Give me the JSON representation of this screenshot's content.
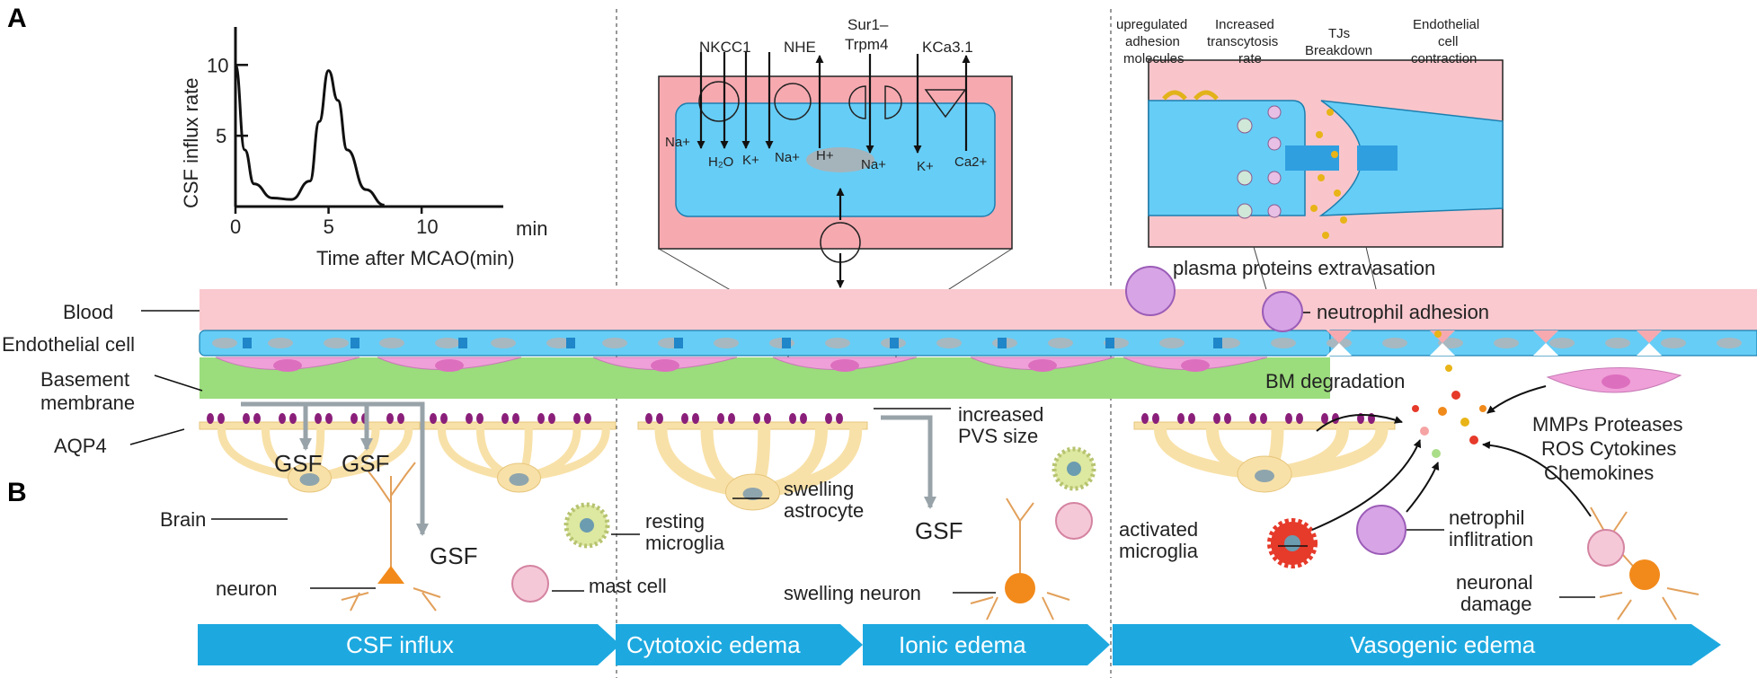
{
  "panels": {
    "a": "A",
    "b": "B"
  },
  "chart_data": {
    "type": "line",
    "title": "",
    "xlabel": "Time after MCAO(min)",
    "ylabel": "CSF  influx rate",
    "x_unit": "min",
    "xticks": [
      "0",
      "5",
      "10"
    ],
    "yticks": [
      "5",
      "10"
    ],
    "xlim": [
      0,
      14
    ],
    "ylim": [
      0,
      13
    ],
    "x": [
      0,
      0.5,
      1,
      2,
      3,
      4,
      4.5,
      5,
      5.5,
      6,
      7,
      8
    ],
    "y": [
      10,
      4,
      1.6,
      0.6,
      0.5,
      1.8,
      6,
      9.6,
      7.5,
      4,
      1.2,
      0.1
    ]
  },
  "channels": {
    "nkcc1": "NKCC1",
    "nhe": "NHE",
    "sur1_line1": "Sur1–",
    "sur1_line2": "Trpm4",
    "kca": "KCa3.1",
    "na_left": "Na+",
    "h2o": "H₂O",
    "k_1": "K+",
    "na_mid": "Na+",
    "h_plus": "H+",
    "na_right": "Na+",
    "k_2": "K+",
    "ca": "Ca2+"
  },
  "vasogenic_inset": {
    "adhesion_1": "upregulated",
    "adhesion_2": "adhesion",
    "adhesion_3": "molecules",
    "transcytosis_1": "Increased",
    "transcytosis_2": "transcytosis",
    "transcytosis_3": "rate",
    "tjs_1": "TJs",
    "tjs_2": "Breakdown",
    "contraction_1": "Endothelial",
    "contraction_2": "cell",
    "contraction_3": "contraction"
  },
  "layers": {
    "blood": "Blood",
    "endothelial": "Endothelial cell",
    "basement_1": "Basement",
    "basement_2": "membrane",
    "aqp4": "AQP4",
    "brain": "Brain"
  },
  "labels": {
    "gsf": "GSF",
    "neuron": "neuron",
    "resting_microglia_1": "resting",
    "resting_microglia_2": "microglia",
    "mast_cell": "mast cell",
    "pvs_1": "increased",
    "pvs_2": "PVS size",
    "swelling_astro_1": "swelling",
    "swelling_astro_2": "astrocyte",
    "swelling_neuron": "swelling neuron",
    "plasma": "plasma proteins extravasation",
    "neutrophil_adhesion": "neutrophil adhesion",
    "bm_degradation": "BM degradation",
    "mediators_1": "MMPs Proteases",
    "mediators_2": "ROS Cytokines",
    "mediators_3": "Chemokines",
    "activated_microglia_1": "activated",
    "activated_microglia_2": "microglia",
    "netrophil_1": "netrophil",
    "netrophil_2": "inflitration",
    "neuronal_damage_1": "neuronal",
    "neuronal_damage_2": "damage"
  },
  "stages": [
    "CSF influx",
    "Cytotoxic edema",
    "Ionic edema",
    "Vasogenic edema"
  ],
  "colors": {
    "blood": "#f9c9cf",
    "endothelium": "#6ccef5",
    "basement": "#9bdc7c",
    "astrocyte": "#f8e1a8",
    "pericyte": "#f0a0d8",
    "arrow": "#1da9e0",
    "aqp4": "#8a1f7a",
    "gsf_arrow": "#9aa5ab"
  }
}
